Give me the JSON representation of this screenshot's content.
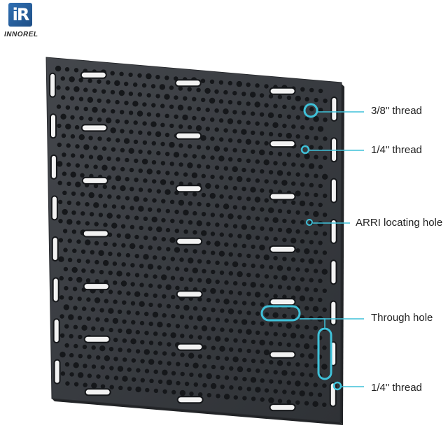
{
  "brand": {
    "logo_mark": "iR",
    "logo_text": "INNOREL"
  },
  "callouts": [
    {
      "label": "3/8\" thread"
    },
    {
      "label": "1/4\" thread"
    },
    {
      "label": "ARRI locating hole"
    },
    {
      "label": "Through hole"
    },
    {
      "label": "1/4\" thread"
    }
  ],
  "colors": {
    "plate": "#3a3d42",
    "plate_edge": "#2a2c30",
    "hole": "#15171a",
    "accent": "#3fc1d9"
  }
}
